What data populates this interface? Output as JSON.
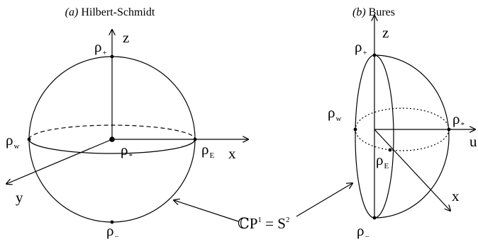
{
  "panels": {
    "left": {
      "caption_prefix": "(a)",
      "caption_title": "Hilbert-Schmidt",
      "axis_z": "z",
      "axis_x": "x",
      "axis_y": "y",
      "points": {
        "plus": {
          "symbol": "ρ",
          "sub": "+"
        },
        "minus": {
          "symbol": "ρ",
          "sub": "−"
        },
        "west": {
          "symbol": "ρ",
          "sub": "w"
        },
        "east": {
          "symbol": "ρ",
          "sub": "E"
        },
        "star": {
          "symbol": "ρ",
          "sub": "*"
        }
      }
    },
    "right": {
      "caption_prefix": "(b)",
      "caption_title": "Bures",
      "axis_z": "z",
      "axis_u": "u",
      "axis_x": "x",
      "points": {
        "plus": {
          "symbol": "ρ",
          "sub": "+"
        },
        "minus": {
          "symbol": "ρ",
          "sub": "−"
        },
        "west": {
          "symbol": "ρ",
          "sub": "w"
        },
        "east": {
          "symbol": "ρ",
          "sub": "E"
        },
        "star": {
          "symbol": "ρ",
          "sub": "*"
        }
      }
    }
  },
  "center_label": {
    "base": "ℂP",
    "sup1": "1",
    "eq": " = S",
    "sup2": "2"
  },
  "colors": {
    "ink": "#000000",
    "background": "#ffffff"
  }
}
